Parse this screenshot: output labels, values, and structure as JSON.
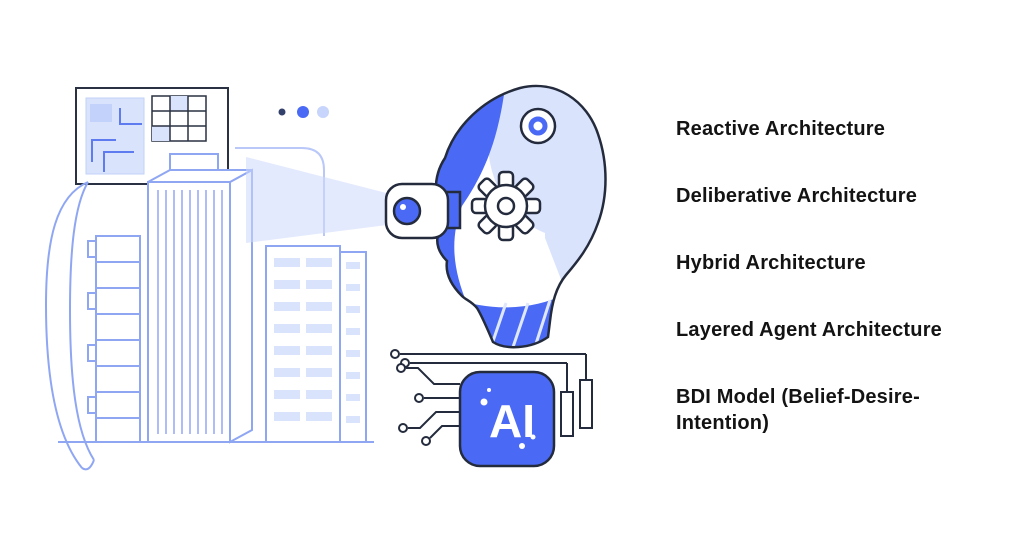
{
  "illustration": {
    "chip_label": "AI",
    "colors": {
      "primary_blue": "#4a6af5",
      "light_blue": "#d9e3fc",
      "outline": "#232b3d",
      "building_outline": "#8fa6f3"
    }
  },
  "list": {
    "items": [
      {
        "label": "Reactive Architecture"
      },
      {
        "label": "Deliberative Architecture"
      },
      {
        "label": "Hybrid Architecture"
      },
      {
        "label": "Layered Agent Architecture"
      },
      {
        "label": "BDI Model (Belief-Desire-Intention)"
      }
    ]
  }
}
